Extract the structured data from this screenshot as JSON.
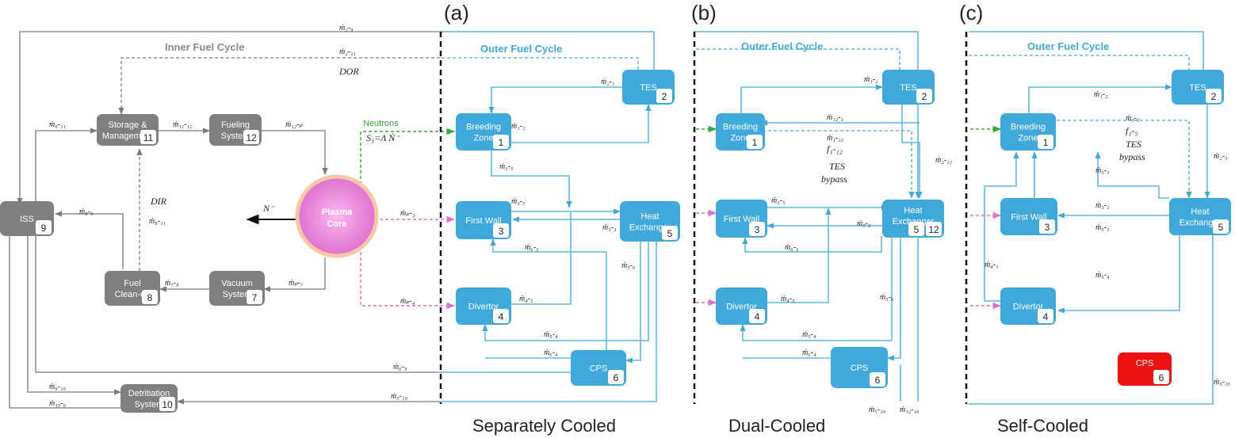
{
  "panels": {
    "a": "(a)",
    "b": "(b)",
    "c": "(c)"
  },
  "captions": {
    "a": "Separately Cooled",
    "b": "Dual-Cooled",
    "c": "Self-Cooled"
  },
  "cycles": {
    "inner": "Inner Fuel Cycle",
    "outer": "Outer Fuel Cycle"
  },
  "neutrons": {
    "label": "Neutrons",
    "eq": "S₁=Λ Ṅ⁻",
    "n": "N⁻"
  },
  "notes": {
    "dor": "DOR",
    "dir": "DIR",
    "f112": "f₁-₁₂",
    "f15": "f₁-₅",
    "tes": "TES",
    "bypass": "bypass"
  },
  "inner_blocks": [
    {
      "label": [
        "ISS"
      ],
      "num": "9"
    },
    {
      "label": [
        "Storage &",
        "Management"
      ],
      "num": "11"
    },
    {
      "label": [
        "Fueling",
        "System"
      ],
      "num": "12"
    },
    {
      "label": [
        "Fuel",
        "Clean-up"
      ],
      "num": "8"
    },
    {
      "label": [
        "Vacuum",
        "System"
      ],
      "num": "7"
    },
    {
      "label": [
        "Detritiation",
        "System"
      ],
      "num": "10"
    }
  ],
  "plasma": {
    "label": [
      "Plasma",
      "Core"
    ]
  },
  "panel_a_blocks": [
    {
      "label": [
        "TES"
      ],
      "num": "2"
    },
    {
      "label": [
        "Breeding",
        "Zone"
      ],
      "num": "1"
    },
    {
      "label": [
        "First Wall"
      ],
      "num": "3"
    },
    {
      "label": [
        "Heat",
        "Exchanger"
      ],
      "num": "5"
    },
    {
      "label": [
        "Divertor"
      ],
      "num": "4"
    },
    {
      "label": [
        "CPS"
      ],
      "num": "6"
    }
  ],
  "panel_b_blocks": [
    {
      "label": [
        "TES"
      ],
      "num": "2"
    },
    {
      "label": [
        "Breeding",
        "Zone"
      ],
      "num": "1"
    },
    {
      "label": [
        "First Wall"
      ],
      "num": "3"
    },
    {
      "label": [
        "Heat",
        "Exchanger"
      ],
      "num": "5",
      "num2": "12"
    },
    {
      "label": [
        "Divertor"
      ],
      "num": "4"
    },
    {
      "label": [
        "CPS"
      ],
      "num": "6"
    }
  ],
  "panel_c_blocks": [
    {
      "label": [
        "TES"
      ],
      "num": "2"
    },
    {
      "label": [
        "Breeding",
        "Zone"
      ],
      "num": "1"
    },
    {
      "label": [
        "First Wall"
      ],
      "num": "3"
    },
    {
      "label": [
        "Heat",
        "Exchanger"
      ],
      "num": "5"
    },
    {
      "label": [
        "Divertor"
      ],
      "num": "4"
    },
    {
      "label": [
        "CPS"
      ],
      "num": "6"
    }
  ],
  "flows_inner": [
    "ṁ₂-₉",
    "ṁ₂-₁₁",
    "ṁ₉-₁₁",
    "ṁ₁₁-₁₂",
    "ṁ₁₂-ₚ",
    "ṁ₈-₉",
    "ṁ₈-₁₁",
    "ṁ₇-₈",
    "ṁₚ-₇",
    "ṁ₉-₁₀",
    "ṁ₁₀-₉",
    "ṁ₆-₉",
    "ṁ₅-₁₀"
  ],
  "flows_a": [
    "ṁ₂-₁",
    "ṁ₁-₂",
    "ṁ₁-₅",
    "ṁₚ-₃",
    "ṁ₃-₅",
    "ṁ₅-₃",
    "ṁ₆-₃",
    "ṁ₅-₆",
    "ṁₚ-₄",
    "ṁ₄-₅",
    "ṁ₅-₄",
    "ṁ₆-₄"
  ],
  "flows_b": [
    "ṁ₁-₂",
    "ṁ₁₂-₁",
    "ṁ₁-₁₂",
    "ṁ₂-₁₂",
    "ṁ₃-₅",
    "ṁ₅-₃",
    "ṁ₆-₃",
    "ṁ₄-₅",
    "ṁ₅-₆",
    "ṁ₅-₄",
    "ṁ₆-₄",
    "ṁ₅-₁₀",
    "ṁ₁₂-₁₀"
  ],
  "flows_c": [
    "ṁ₁-₂",
    "ṁ₁-₅",
    "ṁ₂-₅",
    "ṁ₅-₁",
    "ṁ₃-₁",
    "ṁ₅-₃",
    "ṁ₄-₁",
    "ṁ₅-₄",
    "ṁ₅-₁₀"
  ],
  "colors": {
    "inner_block": "#7f7f7f",
    "outer_block": "#3fa9dc",
    "cps_c": "#ee1111",
    "plasma": "#e59ad8",
    "plasma_ring": "#f5c7a4"
  }
}
